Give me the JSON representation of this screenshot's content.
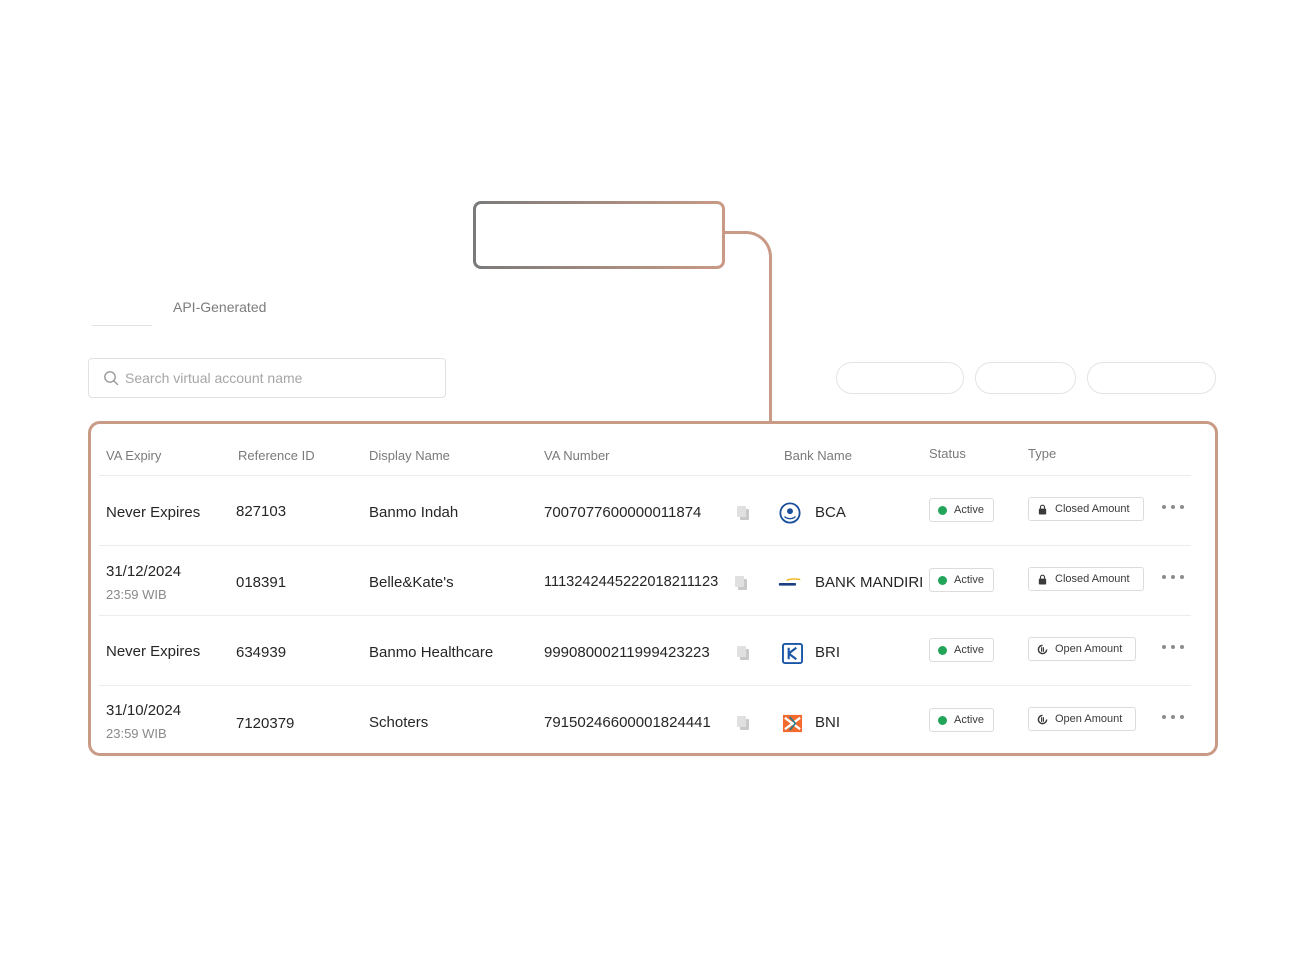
{
  "tabs": {
    "api_generated": "API-Generated"
  },
  "search": {
    "placeholder": "Search virtual account name"
  },
  "table": {
    "columns": {
      "va_expiry": "VA Expiry",
      "reference_id": "Reference ID",
      "display_name": "Display Name",
      "va_number": "VA Number",
      "bank_name": "Bank Name",
      "status": "Status",
      "type": "Type"
    },
    "rows": [
      {
        "expiry": "Never Expires",
        "expiry_time": "",
        "reference_id": "827103",
        "display_name": "Banmo Indah",
        "va_number": "7007077600000011874",
        "bank_name": "BCA",
        "bank_icon": "bca-logo-icon",
        "status": "Active",
        "type": "Closed Amount",
        "type_icon": "lock-icon"
      },
      {
        "expiry": "31/12/2024",
        "expiry_time": "23:59 WIB",
        "reference_id": "018391",
        "display_name": "Belle&Kate's",
        "va_number": "1113242445222018211123",
        "bank_name": "BANK MANDIRI",
        "bank_icon": "mandiri-logo-icon",
        "status": "Active",
        "type": "Closed Amount",
        "type_icon": "lock-icon"
      },
      {
        "expiry": "Never Expires",
        "expiry_time": "",
        "reference_id": "634939",
        "display_name": "Banmo Healthcare",
        "va_number": "99908000211999423223",
        "bank_name": "BRI",
        "bank_icon": "bri-logo-icon",
        "status": "Active",
        "type": "Open Amount",
        "type_icon": "unlock-icon"
      },
      {
        "expiry": "31/10/2024",
        "expiry_time": "23:59 WIB",
        "reference_id": "7120379",
        "display_name": "Schoters",
        "va_number": "79150246600001824441",
        "bank_name": "BNI",
        "bank_icon": "bni-logo-icon",
        "status": "Active",
        "type": "Open Amount",
        "type_icon": "unlock-icon"
      }
    ]
  },
  "colors": {
    "accent": "#c99a85",
    "status_active": "#22a558"
  }
}
